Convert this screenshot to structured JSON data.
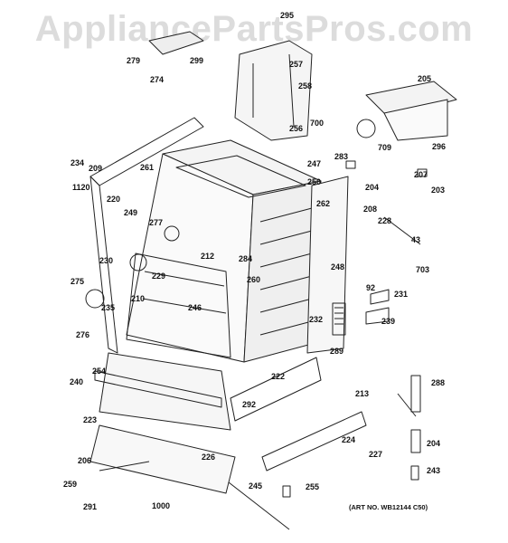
{
  "watermark": "AppliancePartsPros.com",
  "art_number": "(ART NO. WB12144 C50)",
  "parts": [
    "295",
    "257",
    "279",
    "299",
    "274",
    "258",
    "205",
    "700",
    "256",
    "709",
    "296",
    "234",
    "209",
    "1120",
    "261",
    "247",
    "283",
    "207",
    "204",
    "203",
    "220",
    "250",
    "262",
    "208",
    "228",
    "249",
    "277",
    "43",
    "230",
    "212",
    "284",
    "248",
    "703",
    "229",
    "92",
    "275",
    "260",
    "231",
    "210",
    "246",
    "235",
    "276",
    "232",
    "239",
    "289",
    "254",
    "288",
    "240",
    "222",
    "213",
    "292",
    "223",
    "224",
    "227",
    "204",
    "206",
    "226",
    "243",
    "245",
    "255",
    "259",
    "291",
    "1000"
  ]
}
